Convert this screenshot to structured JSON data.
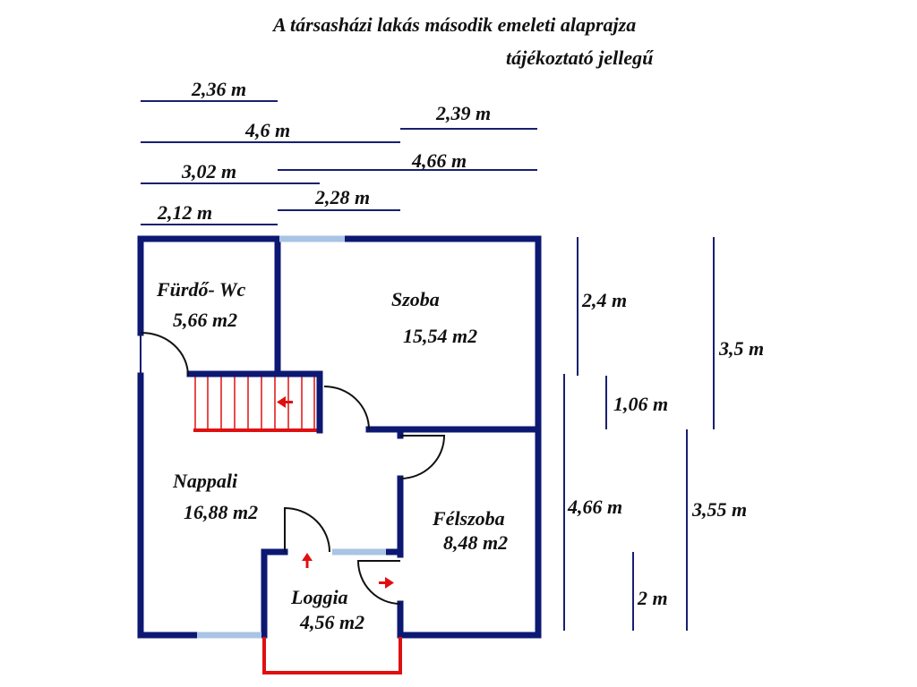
{
  "title": {
    "line1": "A társasházi lakás második emeleti alaprajza",
    "line2": "tájékoztató jellegű"
  },
  "horizontal_dimensions": [
    "2,36 m",
    "4,6 m",
    "2,39 m",
    "3,02 m",
    "4,66 m",
    "2,28 m",
    "2,12 m"
  ],
  "vertical_dimensions": [
    "2,4 m",
    "3,5 m",
    "1,06 m",
    "4,66 m",
    "3,55 m",
    "2 m"
  ],
  "rooms": [
    {
      "name": "Fürdő- Wc",
      "area": "5,66 m2"
    },
    {
      "name": "Szoba",
      "area": "15,54 m2"
    },
    {
      "name": "Nappali",
      "area": "16,88 m2"
    },
    {
      "name": "Félszoba",
      "area": "8,48 m2"
    },
    {
      "name": "Loggia",
      "area": "4,56 m2"
    }
  ],
  "colors": {
    "wall": "#0d1873",
    "window": "#a9c4e4",
    "stairs": "#e01010"
  }
}
